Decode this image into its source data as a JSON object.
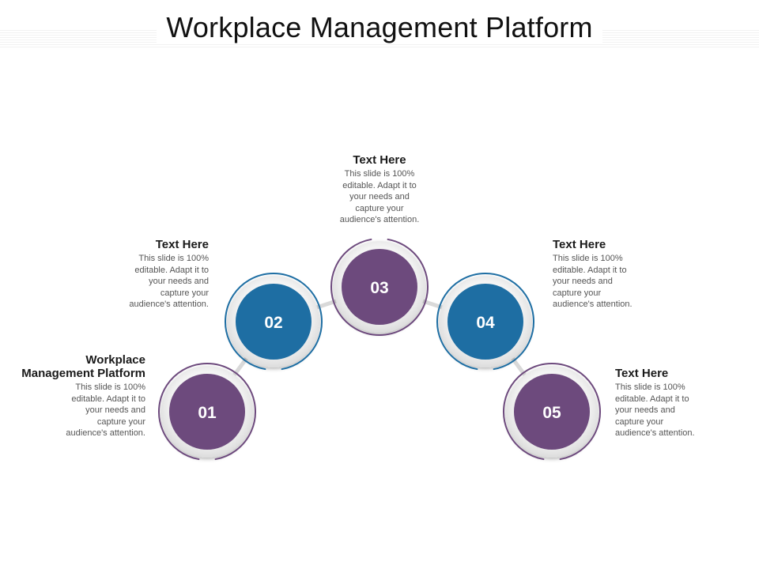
{
  "title": "Workplace Management Platform",
  "colors": {
    "purple": "#6d4a7d",
    "blue": "#1e6ea3",
    "connector": "#d9d9d9",
    "disc_bg": "#f0f0f0"
  },
  "steps": [
    {
      "number": "01",
      "color": "purple",
      "heading_lines": [
        "Workplace",
        "Management Platform"
      ],
      "desc_lines": [
        "This slide is 100%",
        "editable. Adapt it to",
        "your needs and",
        "capture your",
        "audience's attention."
      ]
    },
    {
      "number": "02",
      "color": "blue",
      "heading_lines": [
        "Text Here"
      ],
      "desc_lines": [
        "This slide is 100%",
        "editable. Adapt it to",
        "your needs and",
        "capture your",
        "audience's attention."
      ]
    },
    {
      "number": "03",
      "color": "purple",
      "heading_lines": [
        "Text Here"
      ],
      "desc_lines": [
        "This slide is 100%",
        "editable. Adapt it to",
        "your needs and",
        "capture your",
        "audience's attention."
      ]
    },
    {
      "number": "04",
      "color": "blue",
      "heading_lines": [
        "Text Here"
      ],
      "desc_lines": [
        "This slide is 100%",
        "editable. Adapt it to",
        "your needs and",
        "capture your",
        "audience's attention."
      ]
    },
    {
      "number": "05",
      "color": "purple",
      "heading_lines": [
        "Text Here"
      ],
      "desc_lines": [
        "This slide is 100%",
        "editable. Adapt it to",
        "your needs and",
        "capture your",
        "audience's attention."
      ]
    }
  ]
}
